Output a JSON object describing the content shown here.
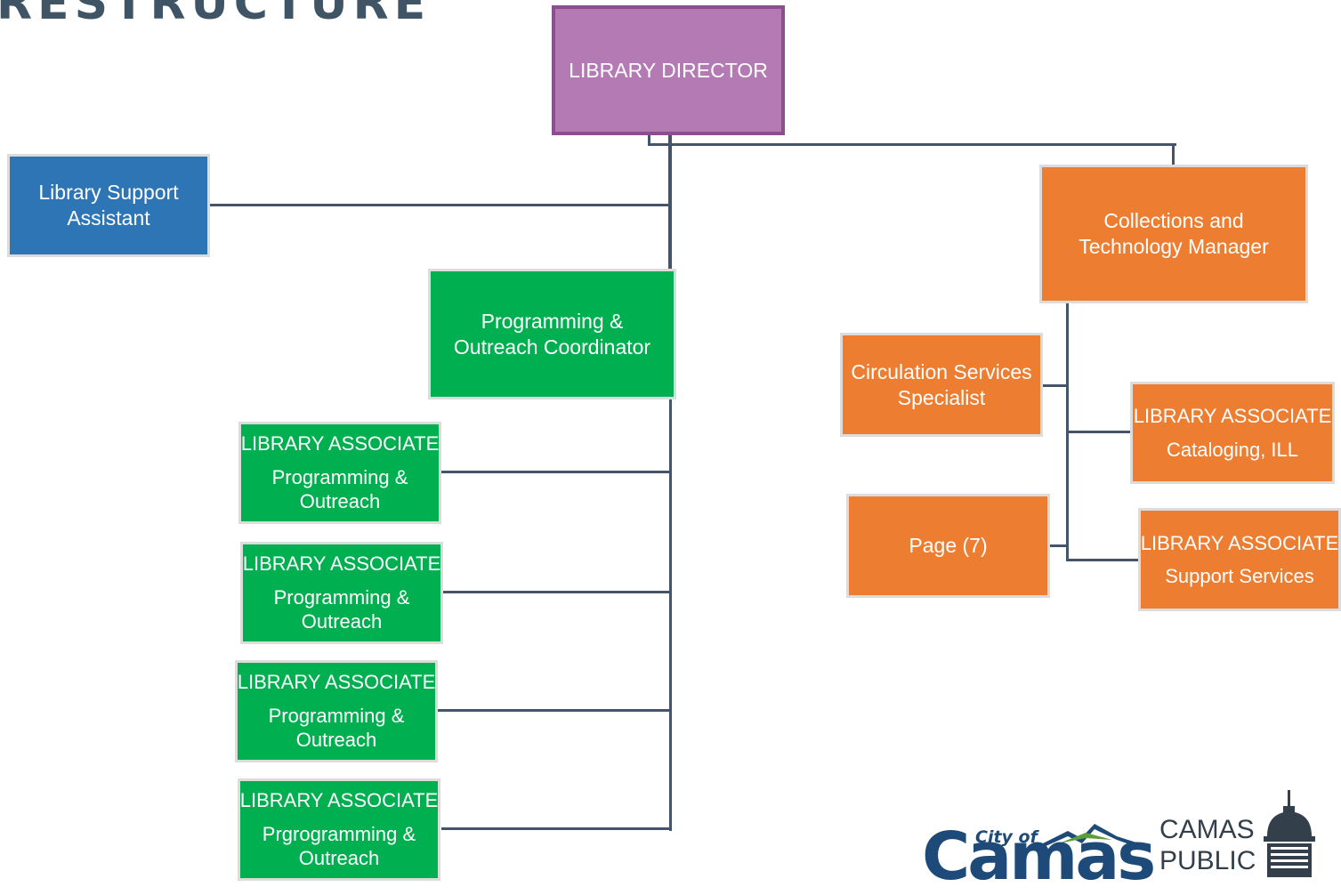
{
  "heading": "RESTRUCTURE",
  "director": "LIBRARY DIRECTOR",
  "support_assistant": [
    "Library Support",
    "Assistant"
  ],
  "programming_coordinator": [
    "Programming &",
    "Outreach Coordinator"
  ],
  "associates_left": [
    {
      "title": "LIBRARY ASSOCIATE",
      "line1": "Programming &",
      "line2": "Outreach"
    },
    {
      "title": "LIBRARY ASSOCIATE",
      "line1": "Programming &",
      "line2": "Outreach"
    },
    {
      "title": "LIBRARY ASSOCIATE",
      "line1": "Programming &",
      "line2": "Outreach"
    },
    {
      "title": "LIBRARY ASSOCIATE",
      "line1": "Prgrogramming &",
      "line2": "Outreach"
    }
  ],
  "collections_manager": [
    "Collections and",
    "Technology Manager"
  ],
  "circulation_specialist": [
    "Circulation Services",
    "Specialist"
  ],
  "page": "Page (7)",
  "associates_right": [
    {
      "title": "LIBRARY ASSOCIATE",
      "line1": "Cataloging, ILL"
    },
    {
      "title": "LIBRARY ASSOCIATE",
      "line1": "Support Services"
    }
  ],
  "logo": {
    "city_of": "City of",
    "camas": "Camas",
    "library_line1": "CAMAS",
    "library_line2": "PUBLIC"
  },
  "colors": {
    "director": "#b47ab3",
    "support": "#2e75b6",
    "programming": "#00b050",
    "collections": "#ed7d31",
    "connector": "#44546a"
  }
}
